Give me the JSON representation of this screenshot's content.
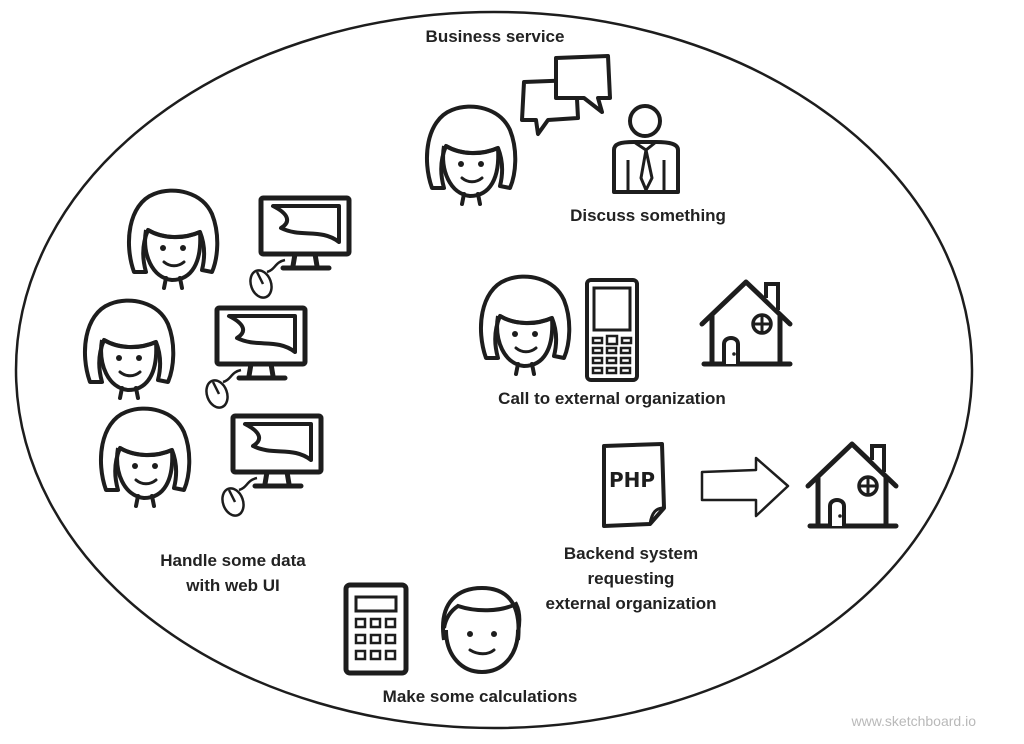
{
  "title": "Business service",
  "labels": {
    "discuss": "Discuss something",
    "call": "Call to external organization",
    "backend": [
      "Backend system",
      "requesting",
      "external organization"
    ],
    "handle": [
      "Handle some data",
      "with web UI"
    ],
    "calc": "Make some calculations"
  },
  "php_text": "PHP",
  "watermark": "www.sketchboard.io"
}
